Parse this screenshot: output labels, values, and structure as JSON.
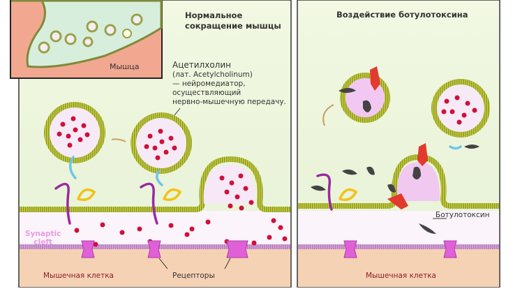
{
  "left_panel": {
    "title_line1": "Нормальное",
    "title_line2": "сокращение мышцы",
    "inset_label": "Мышца",
    "ach_name": "Ацетилхолин",
    "ach_latin": "(лат. Acetylcholinum)",
    "ach_desc1": "— нейромедиатор,",
    "ach_desc2": "осуществляющий",
    "ach_desc3": "нервно-мышечную передачу.",
    "cleft_line1": "Synaptic",
    "cleft_line2": "cleft",
    "muscle_label": "Мышечная клетка",
    "receptors_label": "Рецепторы"
  },
  "right_panel": {
    "title": "Воздействие ботулотоксина",
    "toxin_label": "Ботулотоксин",
    "muscle_label": "Мышечная клетка"
  },
  "colors": {
    "vesicle_rim": "#b8c43a",
    "ach": "#d0103a",
    "receptor": "#e060d8",
    "muscle": "#f6d2b4",
    "nerve": "#eef7de",
    "toxin_heavy": "#e23a2c",
    "toxin_light": "#444"
  }
}
